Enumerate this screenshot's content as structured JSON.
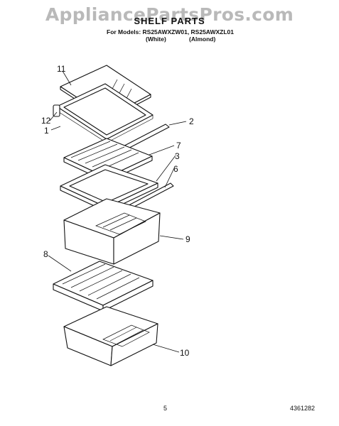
{
  "watermark": "AppliancePartsPros.com",
  "title": "SHELF PARTS",
  "models": "For Models: RS25AWXZW01, RS25AWXZL01",
  "color_white": "(White)",
  "color_almond": "(Almond)",
  "callouts": {
    "c1": "1",
    "c2": "2",
    "c3": "3",
    "c6": "6",
    "c7": "7",
    "c8": "8",
    "c9": "9",
    "c10": "10",
    "c11": "11",
    "c12": "12"
  },
  "page_number": "5",
  "document_number": "4361282"
}
